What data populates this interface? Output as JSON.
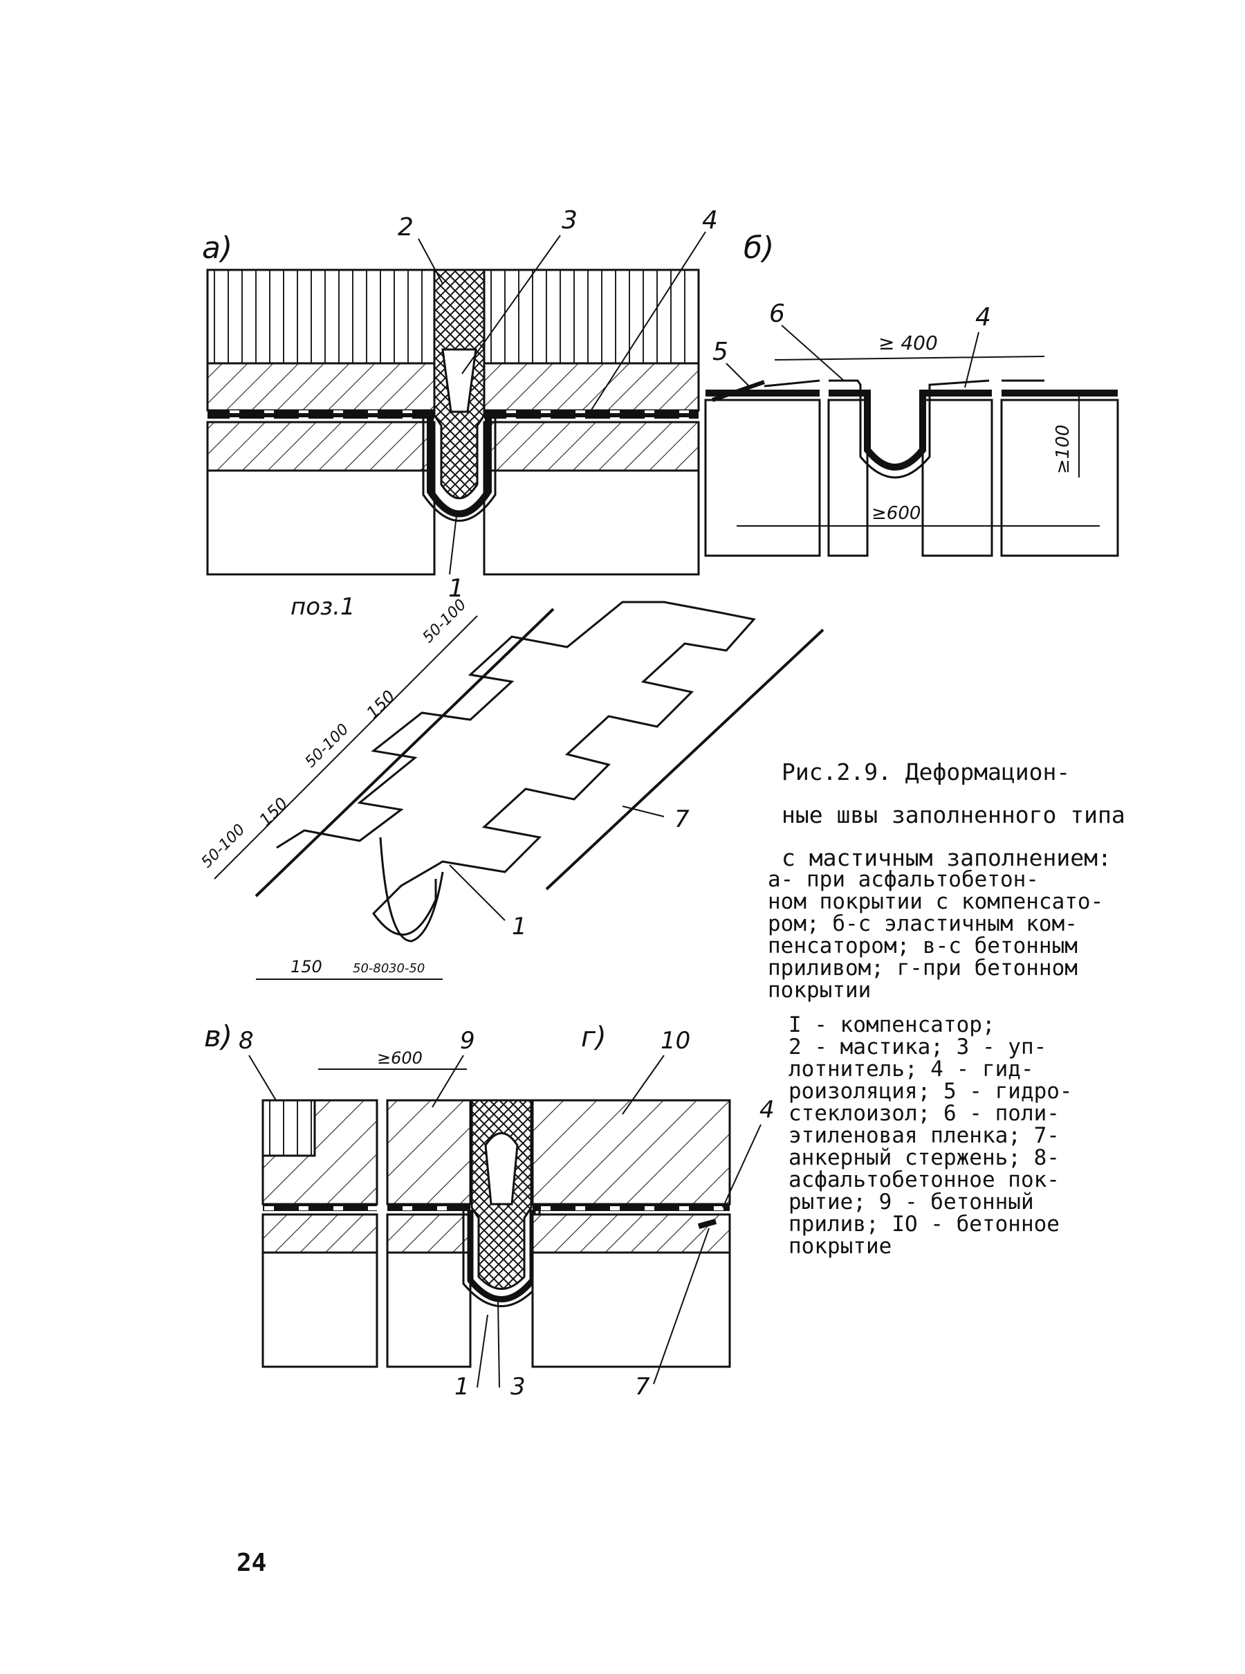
{
  "figure": {
    "caption_title": "Рис.2.9. Деформацион-\nные швы заполненного типа\nс мастичным заполнением:",
    "caption_sub": "а- при асфальтобетон-\nном покрытии с компенсато-\nром; б-с эластичным ком-\nпенсатором; в-с бетонным\nприливом; г-при бетонном\nпокрытии",
    "legend": "I - компенсатор;\n2 - мастика; 3 - уп-\nлотнитель; 4 - гид-\nроизоляция; 5 - гидро-\nстеклоизол; 6 - поли-\nэтиленовая пленка; 7-\nанкерный стержень; 8-\nасфальтобетонное пок-\nрытие; 9 - бетонный\nприлив; IO - бетонное\nпокрытие"
  },
  "panels": {
    "a": {
      "label": "а)",
      "callouts": [
        "2",
        "3",
        "4",
        "1"
      ]
    },
    "b": {
      "label": "б)",
      "callouts": [
        "6",
        "4",
        "5"
      ],
      "dims": [
        "≥ 400",
        "≥100",
        "≥600"
      ]
    },
    "pos1": {
      "label": "поз.1",
      "callouts": [
        "7",
        "1"
      ],
      "dims": [
        "50-100",
        "150",
        "50-100",
        "150",
        "50-100",
        "150",
        "50-80",
        "30-50"
      ]
    },
    "v": {
      "label": "в)",
      "callouts": [
        "8",
        "9",
        "1",
        "3"
      ],
      "dims": [
        "≥600"
      ]
    },
    "g": {
      "label": "г)",
      "callouts": [
        "10",
        "4",
        "7"
      ]
    }
  },
  "page_number": "24"
}
